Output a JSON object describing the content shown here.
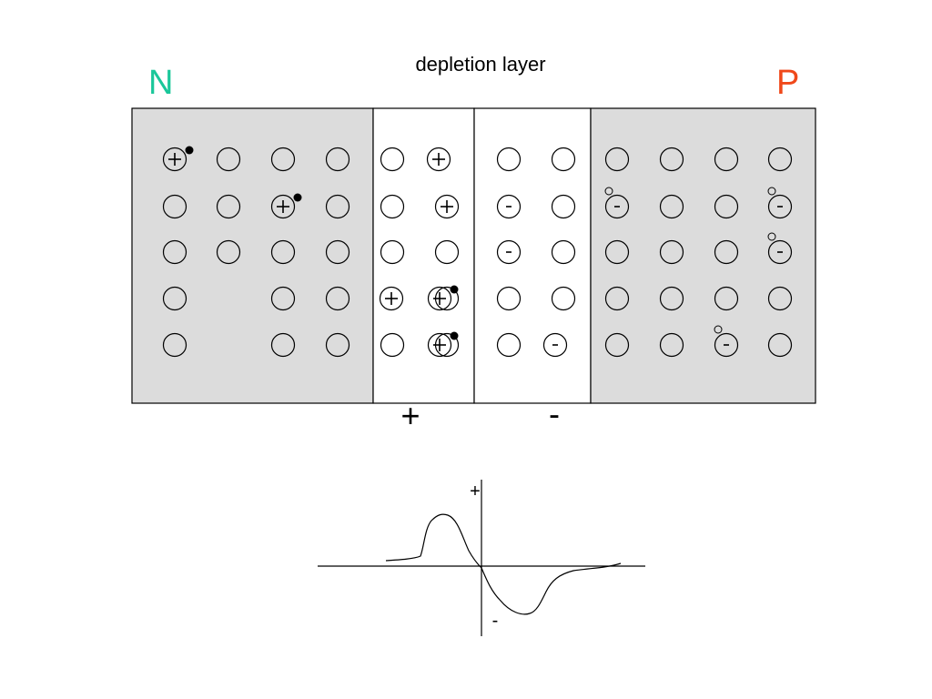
{
  "title": "depletion layer",
  "labels": {
    "n": "N",
    "p": "P",
    "plus": "+",
    "minus": "-",
    "graph_plus": "+",
    "graph_minus": "-"
  },
  "colors": {
    "n_label": "#1ac79a",
    "p_label": "#f0481a",
    "region_fill": "#dcdcdc",
    "depletion_fill": "#ffffff",
    "outline": "#000000"
  },
  "lattice": {
    "rows": 5,
    "columns": 12,
    "cells": [
      [
        "+e",
        "",
        "",
        "",
        "",
        "+",
        "",
        "",
        "",
        "",
        "",
        ""
      ],
      [
        "",
        "",
        "+e",
        "",
        "",
        "+",
        "-",
        "",
        "-h",
        "",
        "",
        "-h"
      ],
      [
        "",
        "",
        "",
        "",
        "",
        "",
        "-",
        "",
        "",
        "",
        "",
        "-h"
      ],
      [
        "",
        "+e",
        "",
        "",
        "+",
        "",
        "",
        "",
        "",
        "",
        "",
        ""
      ],
      [
        "",
        "+e",
        "",
        "",
        "",
        "",
        "",
        "-",
        "",
        "",
        "-h",
        ""
      ]
    ]
  }
}
